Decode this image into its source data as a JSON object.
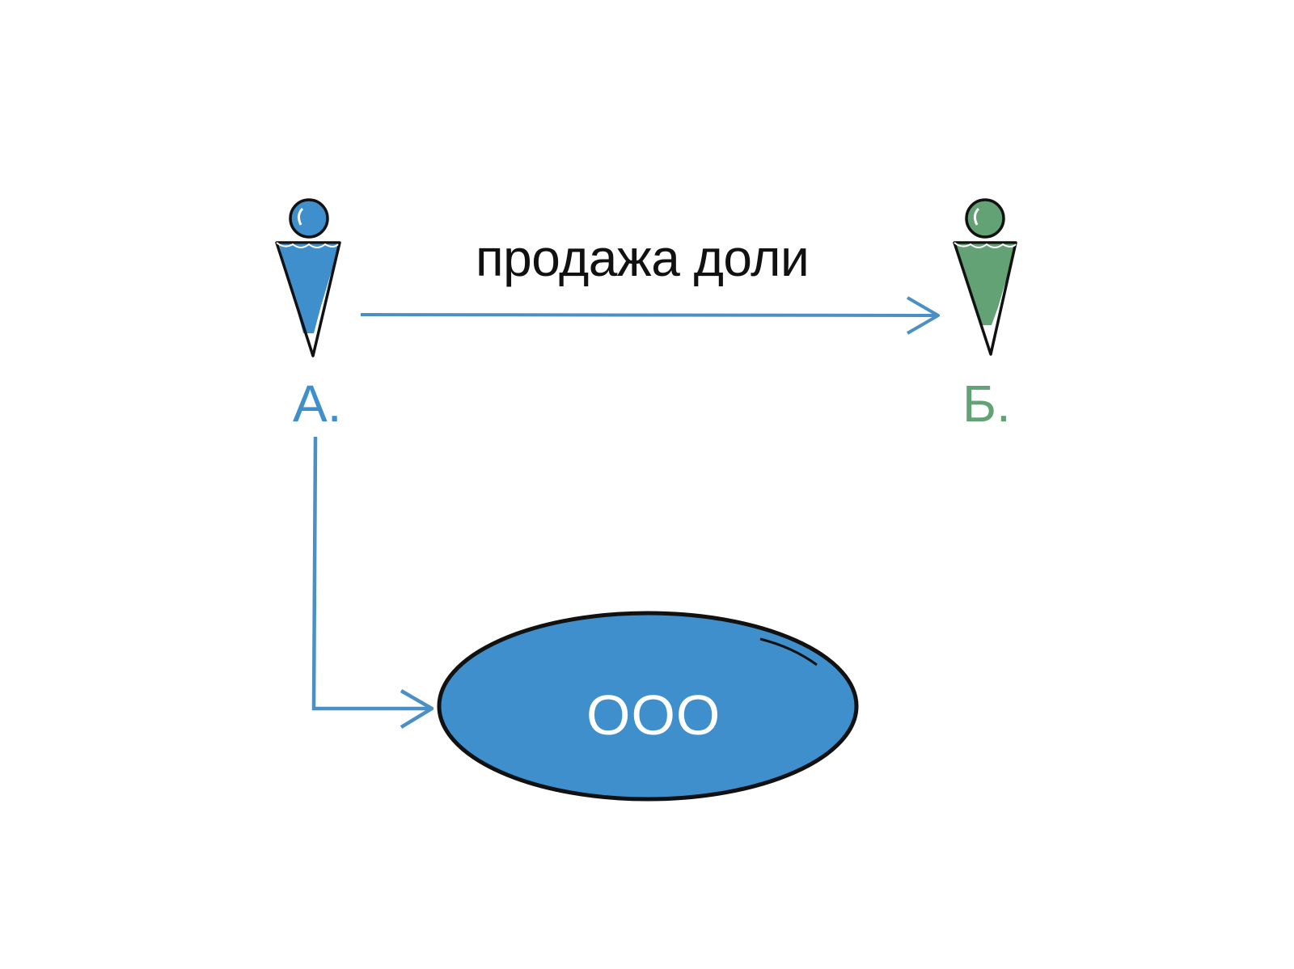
{
  "diagram": {
    "edge_label": "продажа доли",
    "person_a": {
      "label": "А.",
      "color": "#3e8fcc"
    },
    "person_b": {
      "label": "Б.",
      "color": "#62a275"
    },
    "company": {
      "label": "ООО",
      "color": "#3e8fcc",
      "text_color": "#ffffff"
    },
    "arrow_color": "#4a8fc6",
    "outline_color": "#111111"
  }
}
